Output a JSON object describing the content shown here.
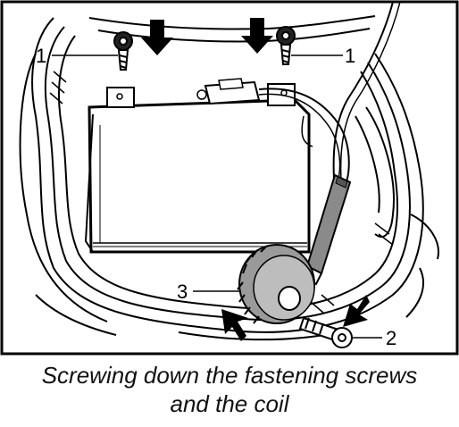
{
  "figure": {
    "callouts": {
      "screw_left": "1",
      "screw_right": "1",
      "screw_coil": "2",
      "coil": "3"
    }
  },
  "caption": {
    "line1": "Screwing down the fastening screws",
    "line2": "and the coil"
  }
}
